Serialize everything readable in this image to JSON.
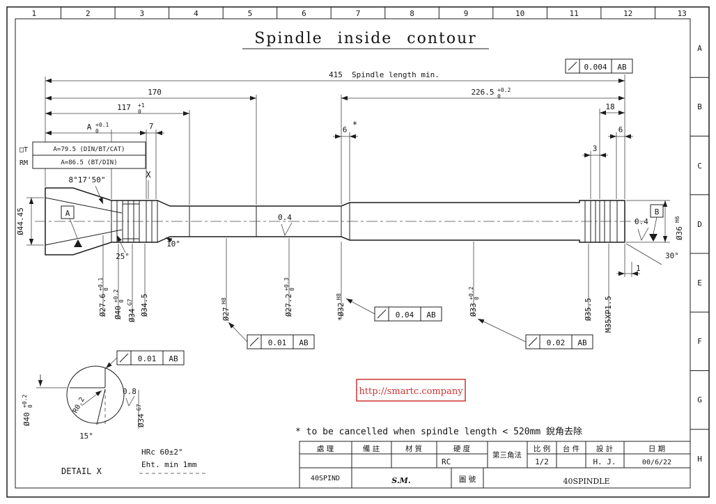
{
  "title": "Spindle inside contour",
  "grid": {
    "cols": [
      "1",
      "2",
      "3",
      "4",
      "5",
      "6",
      "7",
      "8",
      "9",
      "10",
      "11",
      "12",
      "13"
    ],
    "rows": [
      "A",
      "B",
      "C",
      "D",
      "E",
      "F",
      "G",
      "H"
    ]
  },
  "dims": {
    "overall": "415",
    "overall_label": "Spindle length min.",
    "l170": "170",
    "l117": "117",
    "l117_up": "+1",
    "l117_dn": "0",
    "l2265": "226.5",
    "l2265_up": "+0.2",
    "l2265_dn": "0",
    "lA": "A",
    "lA_up": "+0.1",
    "lA_dn": "0",
    "l7": "7",
    "l6mid": "6",
    "l6mid_star": "*",
    "l18": "18",
    "l6rear": "6",
    "l3": "3",
    "l1": "1"
  },
  "diams": {
    "gauge": "Ø44.45",
    "d276": "Ø27.6",
    "d276_up": "+0.1",
    "d276_dn": "0",
    "d40": "Ø40",
    "d40_up": "+0.2",
    "d40_dn": "0",
    "d34": "Ø34",
    "d34_fit": "G7",
    "d345": "Ø34.5",
    "d27": "Ø27",
    "d27_fit": "H8",
    "d272": "Ø27.2",
    "d272_up": "+0.3",
    "d272_dn": "0",
    "d32": "*Ø32",
    "d32_fit": "H8",
    "d33": "Ø33",
    "d33_up": "+0.2",
    "d33_dn": "0",
    "d355": "Ø35.5",
    "thread": "M35XP1.5",
    "d36": "Ø36",
    "d36_fit": "H6"
  },
  "angles": {
    "taper": "8°17'50\"",
    "a25": "25°",
    "a10": "10°",
    "a30": "30°"
  },
  "finish": {
    "mid": "0.4",
    "rear": "0.4"
  },
  "datums": {
    "a": "A",
    "b": "B",
    "x": "X"
  },
  "fcf": {
    "f1": "0.004",
    "f1_ref": "AB",
    "f2": "0.01",
    "f2_ref": "AB",
    "f3": "0.04",
    "f3_ref": "AB",
    "f4": "0.02",
    "f4_ref": "AB",
    "f5": "0.01",
    "f5_ref": "AB"
  },
  "gauge_notes": {
    "p1": "□T",
    "t1": "A=79.5 (DIN/BT/CAT)",
    "p2": "RM",
    "t2": "A=86.5 (BT/DIN)"
  },
  "detail": {
    "label": "DETAIL X",
    "radius": "R0.2",
    "angle": "15°",
    "finish": "0.8",
    "d40": "Ø40",
    "d40_up": "+0.2",
    "d40_dn": "0",
    "d34": "Ø34",
    "d34_fit": "G7",
    "hardness": "HRc 60±2°",
    "case": "Eht. min 1mm"
  },
  "notes": {
    "cancel": "* to be cancelled when spindle length < 520mm  銳角去除",
    "watermark": "http://smartc.company"
  },
  "titleblock": {
    "h_process": "處 理",
    "h_remark": "備 註",
    "h_material": "材 質",
    "h_hardness": "硬 度",
    "h_projection": "第三角法",
    "h_scale": "比 例",
    "h_qty": "台 件",
    "h_design": "設 計",
    "h_date": "日 期",
    "process": "40SPIND",
    "hardness": "RC",
    "scale": "1/2",
    "design": "H. J.",
    "date": "00/6/22",
    "company": "S.M.",
    "no_label": "圖 號",
    "no": "40SPINDLE"
  }
}
